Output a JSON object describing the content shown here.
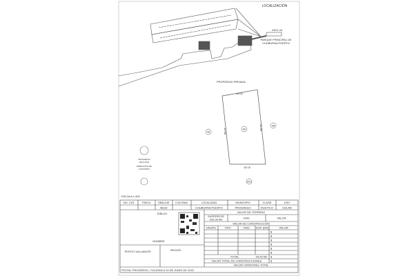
{
  "map": {
    "location_title": "LOCALIZACIÓN",
    "park_label_1": "PARQUE PRINCIPAL DE",
    "park_label_2": "CHUBURNA PUERTO",
    "park_lot_label": "ASIG-16",
    "private_property": "PROPIEDAD PRIVADA",
    "lot_number": "39",
    "neighbor_left": "40",
    "neighbor_right": "38",
    "neighbor_bottom": "201",
    "dim_top": "15.01",
    "dim_bottom": "15.15",
    "dim_left": "41.56",
    "dim_right": "41.80",
    "scale": "ESCALA 1:400"
  },
  "seal_text": [
    "PROGRESO",
    "2021-2024",
    "DIRECCIÓN DE",
    "CATASTRO"
  ],
  "table": {
    "headers": [
      "NO. CAT.",
      "FINCA",
      "TABLAJE",
      "COLONIA",
      "LOCALIDAD",
      "MUNICIPIO",
      "CLASE",
      "USO"
    ],
    "values": {
      "tablaje": "48110",
      "localidad": "CHUBURNA PUERTO",
      "municipio": "PROGRESO",
      "clase": "RUSTICO",
      "uso": "SOLAR"
    },
    "drawing_label": "DIBUJO",
    "name_label": "NOMBRE",
    "appraiser_label": "PERITO VALUADOR:",
    "reviewed_label": "REVISÓ:",
    "land_value_label": "VALOR DE TERRENO",
    "area_label": "SUPERFICIE",
    "area_value": "425.39 M2",
    "vm2_label": "V/M2",
    "value_label": "VALOR",
    "construction_label": "VALOR DE CONSTRUCCIÓN",
    "construction_headers": [
      "GRUPO",
      "TIPO",
      "V/M2",
      "SUP. (M2)",
      "VALOR"
    ],
    "currency": "$",
    "total_label": "TOTAL",
    "total_area": "00.00 M2",
    "total_construction_label": "VALOR TOTAL DE CONSTRUCCIONES",
    "cadastral_total_label": "VALOR CATASTRAL TOTAL",
    "date": "FECHA: PROGRESO, YUCATAN A 13 DE JUNIO DE 2022"
  }
}
